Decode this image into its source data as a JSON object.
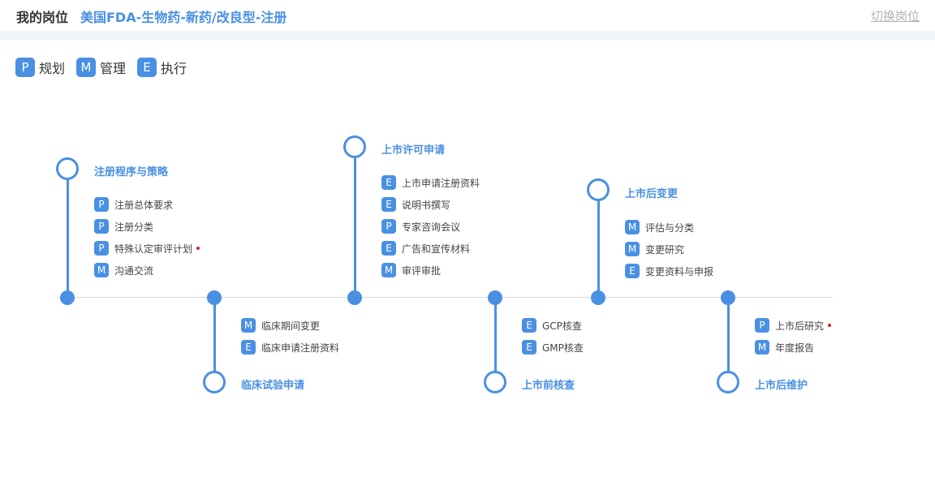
{
  "header": {
    "title": "我的岗位",
    "post_name": "美国FDA-生物药-新药/改良型-注册",
    "switch_label": "切换岗位"
  },
  "legend": [
    {
      "code": "P",
      "label": "规划"
    },
    {
      "code": "M",
      "label": "管理"
    },
    {
      "code": "E",
      "label": "执行"
    }
  ],
  "colors": {
    "accent": "#4a90e2",
    "alert_dot": "#e02020",
    "muted": "#b3b3b3"
  },
  "stages": [
    {
      "title": "注册程序与策略",
      "tasks": [
        {
          "code": "P",
          "label": "注册总体要求"
        },
        {
          "code": "P",
          "label": "注册分类"
        },
        {
          "code": "P",
          "label": "特殊认定审评计划",
          "flag": true
        },
        {
          "code": "M",
          "label": "沟通交流"
        }
      ]
    },
    {
      "title": "临床试验申请",
      "tasks": [
        {
          "code": "M",
          "label": "临床期间变更"
        },
        {
          "code": "E",
          "label": "临床申请注册资料"
        }
      ]
    },
    {
      "title": "上市许可申请",
      "tasks": [
        {
          "code": "E",
          "label": "上市申请注册资料"
        },
        {
          "code": "E",
          "label": "说明书撰写"
        },
        {
          "code": "P",
          "label": "专家咨询会议"
        },
        {
          "code": "E",
          "label": "广告和宣传材料"
        },
        {
          "code": "M",
          "label": "审评审批"
        }
      ]
    },
    {
      "title": "上市前核查",
      "tasks": [
        {
          "code": "E",
          "label": "GCP核查"
        },
        {
          "code": "E",
          "label": "GMP核查"
        }
      ]
    },
    {
      "title": "上市后变更",
      "tasks": [
        {
          "code": "M",
          "label": "评估与分类"
        },
        {
          "code": "M",
          "label": "变更研究"
        },
        {
          "code": "E",
          "label": "变更资料与申报"
        }
      ]
    },
    {
      "title": "上市后维护",
      "tasks": [
        {
          "code": "P",
          "label": "上市后研究",
          "flag": true
        },
        {
          "code": "M",
          "label": "年度报告"
        }
      ]
    }
  ]
}
